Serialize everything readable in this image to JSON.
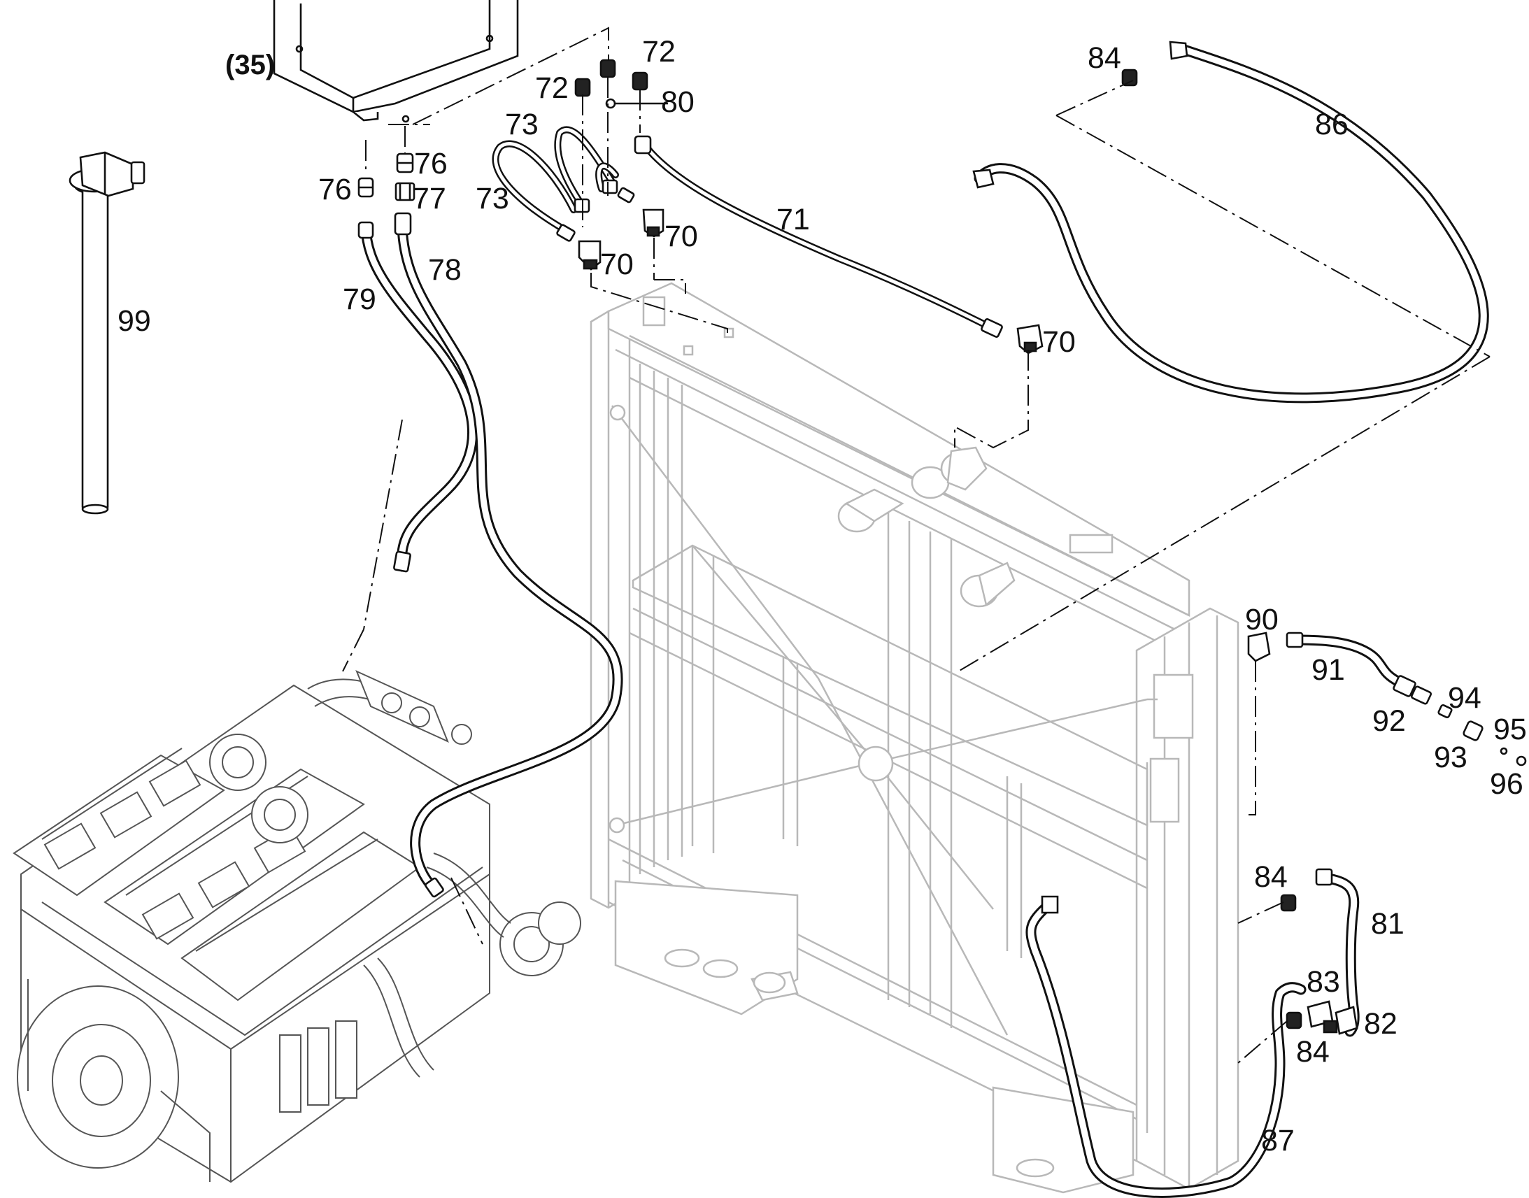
{
  "reference_label": "(35)",
  "callouts": {
    "c70a": "70",
    "c70b": "70",
    "c70c": "70",
    "c71": "71",
    "c72a": "72",
    "c72b": "72",
    "c73a": "73",
    "c73b": "73",
    "c76a": "76",
    "c76b": "76",
    "c77": "77",
    "c78": "78",
    "c79": "79",
    "c80": "80",
    "c81": "81",
    "c82": "82",
    "c83": "83",
    "c84a": "84",
    "c84b": "84",
    "c84c": "84",
    "c86": "86",
    "c87": "87",
    "c90": "90",
    "c91": "91",
    "c92": "92",
    "c93": "93",
    "c94": "94",
    "c95": "95",
    "c96": "96",
    "c99": "99"
  }
}
